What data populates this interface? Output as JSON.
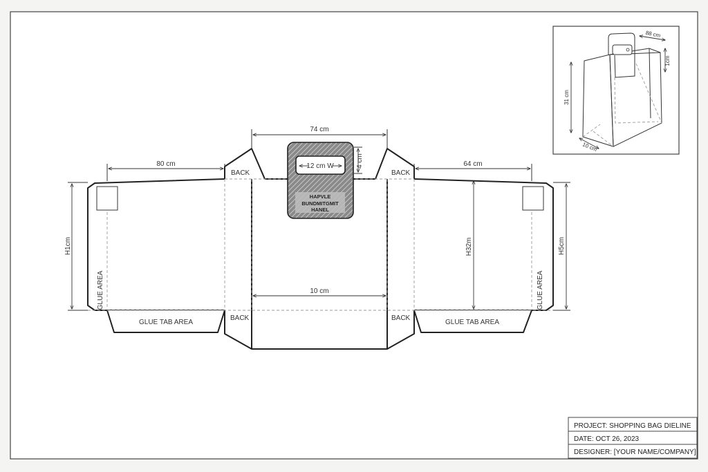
{
  "dimensions": {
    "top_width": "74 cm",
    "left_panel_width": "80 cm",
    "right_panel_width": "64 cm",
    "window_width": "12 cm W",
    "window_height": "4 cm",
    "bottom_width": "10 cm",
    "left_height": "H1cm",
    "center_height": "H32m",
    "right_height": "H5cm"
  },
  "panel_labels": {
    "back": "BACK",
    "glue_area": "GLUE AREA",
    "glue_tab_area": "GLUE TAB AREA"
  },
  "handle_text": [
    "HAPVLE",
    "BUNDMITGMIT",
    "HANEL"
  ],
  "inset": {
    "dim_top": "88 cm",
    "dim_side": "1cm",
    "dim_height": "31 cm",
    "dim_depth": "10 cm"
  },
  "title_block": {
    "project": "PROJECT: SHOPPING BAG DIELINE",
    "date": "DATE: OCT 26, 2023",
    "designer": "DESIGNER: [YOUR NAME/COMPANY]"
  }
}
